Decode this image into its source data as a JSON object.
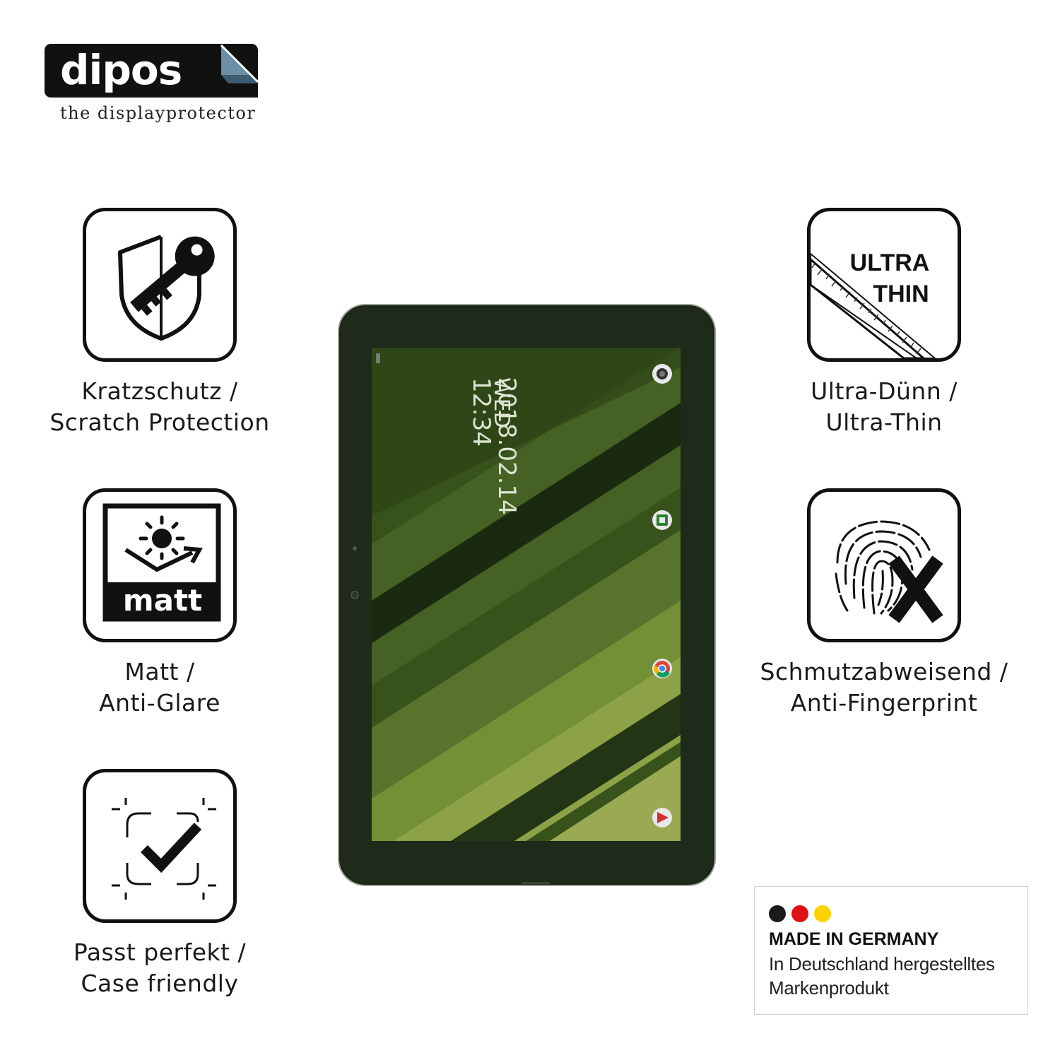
{
  "brand": {
    "name": "dipos",
    "tagline": "the displayprotector"
  },
  "features": [
    {
      "id": "scratch",
      "icon": "shield-key-icon",
      "line1": "Kratzschutz /",
      "line2": "Scratch Protection"
    },
    {
      "id": "matt",
      "icon": "matt-sun-icon",
      "icon_text": "matt",
      "line1": "Matt /",
      "line2": "Anti-Glare"
    },
    {
      "id": "fit",
      "icon": "checkmark-frame-icon",
      "line1": "Passt perfekt /",
      "line2": "Case friendly"
    },
    {
      "id": "thin",
      "icon": "ultra-thin-ruler-icon",
      "icon_text_1": "ULTRA",
      "icon_text_2": "THIN",
      "line1": "Ultra-Dünn /",
      "line2": "Ultra-Thin"
    },
    {
      "id": "fingerprint",
      "icon": "fingerprint-x-icon",
      "line1": "Schmutzabweisend /",
      "line2": "Anti-Fingerprint"
    }
  ],
  "tablet_screen": {
    "time": "12:34",
    "date": "2018.02.14",
    "weekday": "WED"
  },
  "made_in_germany": {
    "title": "MADE IN GERMANY",
    "line1": "In Deutschland hergestelltes",
    "line2": "Markenprodukt",
    "colors": [
      "#1a1a1a",
      "#dd1111",
      "#ffd200"
    ]
  }
}
